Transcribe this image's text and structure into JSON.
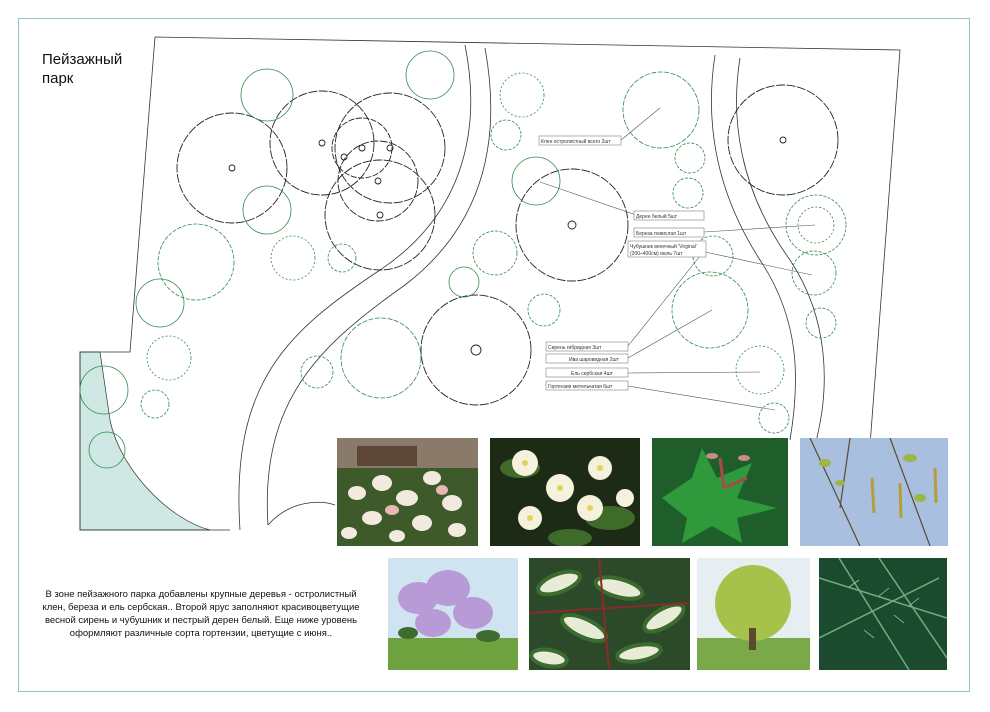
{
  "title": {
    "line1": "Пейзажный",
    "line2": "парк"
  },
  "labels": [
    {
      "id": "klen",
      "text": "Клен остролистный всего 2шт"
    },
    {
      "id": "deren",
      "text": "Дерен белый 5шт"
    },
    {
      "id": "bereza",
      "text": "Береза повислая 1шт"
    },
    {
      "id": "chub1",
      "text": "Чубушник венечный 'Virginal'"
    },
    {
      "id": "chub2",
      "text": "(300÷400см) июль 7шт"
    },
    {
      "id": "siren",
      "text": "Сирень гибридная 3шт"
    },
    {
      "id": "iva",
      "text": "Ива шаровидная 2шт"
    },
    {
      "id": "el",
      "text": "Ель сербская 4шт"
    },
    {
      "id": "gort",
      "text": "Гортензия метельчатая 6шт"
    }
  ],
  "caption": "В зоне пейзажного парка добавлены крупные деревья - остролистный клен, береза и ель сербская.. Второй ярус заполняют красивоцветущие весной сирень и чубушник и пестрый дерен белый. Еще ниже уровень оформляют различные сорта гортензии, цветущие с июня..",
  "photos": [
    {
      "id": "hydrangea",
      "icon": "hydrangea-photo"
    },
    {
      "id": "mock-orange",
      "icon": "mock-orange-photo"
    },
    {
      "id": "maple",
      "icon": "maple-photo"
    },
    {
      "id": "birch",
      "icon": "birch-photo"
    },
    {
      "id": "lilac",
      "icon": "lilac-photo"
    },
    {
      "id": "dogwood",
      "icon": "dogwood-photo"
    },
    {
      "id": "willow",
      "icon": "willow-photo"
    },
    {
      "id": "spruce",
      "icon": "spruce-photo"
    }
  ],
  "colors": {
    "frame": "#8fc3c4",
    "shrub": "#2e8b4a",
    "tree": "#222222",
    "lawn_patch": "#cfe8e4"
  }
}
